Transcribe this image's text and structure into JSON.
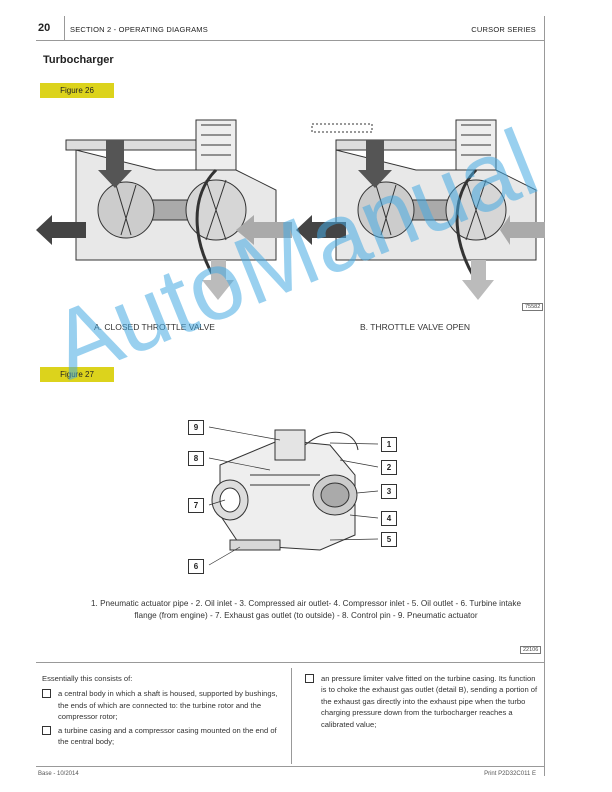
{
  "header": {
    "page_number": "20",
    "section": "SECTION 2 - OPERATING DIAGRAMS",
    "series": "CURSOR SERIES"
  },
  "title": "Turbocharger",
  "figure26": {
    "label": "Figure 26",
    "caption_a": "A. CLOSED THROTTLE VALVE",
    "caption_b": "B. THROTTLE VALVE OPEN",
    "ref": "75582"
  },
  "figure27": {
    "label": "Figure 27",
    "callouts": [
      "1",
      "2",
      "3",
      "4",
      "5",
      "6",
      "7",
      "8",
      "9"
    ],
    "ref": "22106",
    "legend_line1": "1. Pneumatic actuator pipe - 2. Oil inlet - 3. Compressed air outlet- 4. Compressor inlet - 5. Oil outlet - 6. Turbine intake",
    "legend_line2": "flange (from engine) - 7. Exhaust gas outlet (to outside) - 8. Control pin - 9. Pneumatic actuator"
  },
  "body": {
    "intro": "Essentially this consists of:",
    "items": [
      "a central body in which a shaft is housed, supported by bushings, the ends of which are connected to: the turbine rotor and the compressor rotor;",
      "a turbine casing and a compressor casing mounted on the end of the central body;",
      "an pressure limiter valve fitted on the turbine casing. Its function is to choke the exhaust gas outlet (detail B), sending a portion of the exhaust gas directly into the exhaust pipe when the turbo charging pressure down from the turbocharger reaches a calibrated value;"
    ]
  },
  "footer": {
    "left": "Base - 10/2014",
    "right": "Print P2D32C011 E"
  },
  "watermark": "AutoManual",
  "colors": {
    "figure_label_bg": "#dcd31c",
    "watermark": "#46aae1"
  }
}
